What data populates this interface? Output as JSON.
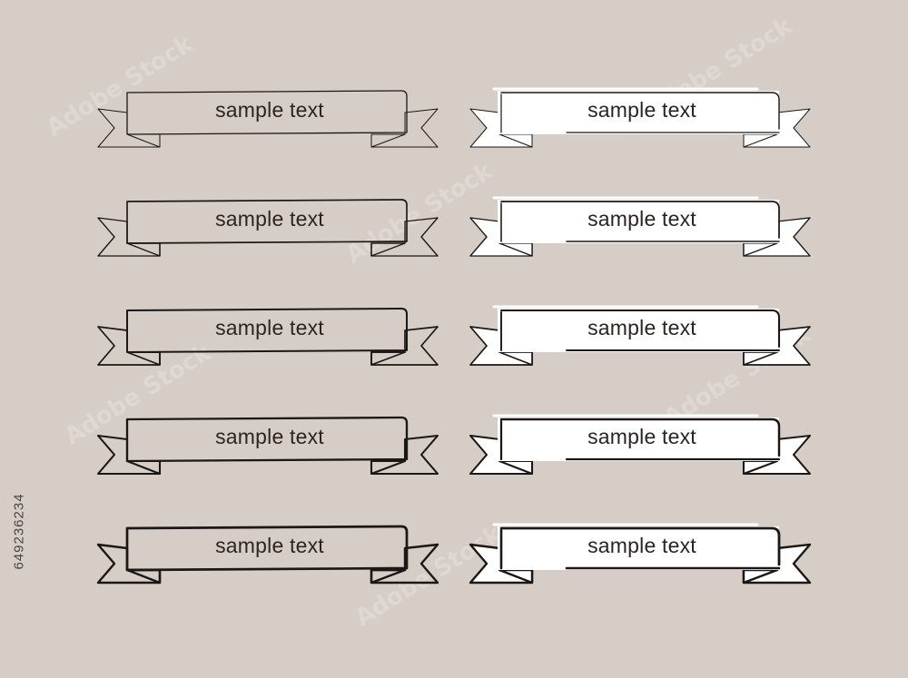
{
  "canvas": {
    "background": "#d6cdc6",
    "line_color": "#1a1715",
    "fill_color": "#ffffff"
  },
  "banners": [
    {
      "label": "sample text",
      "style": "outline"
    },
    {
      "label": "sample text",
      "style": "filled"
    },
    {
      "label": "sample text",
      "style": "outline"
    },
    {
      "label": "sample text",
      "style": "filled"
    },
    {
      "label": "sample text",
      "style": "outline"
    },
    {
      "label": "sample text",
      "style": "filled"
    },
    {
      "label": "sample text",
      "style": "outline"
    },
    {
      "label": "sample text",
      "style": "filled"
    },
    {
      "label": "sample text",
      "style": "outline"
    },
    {
      "label": "sample text",
      "style": "filled"
    }
  ],
  "watermark": {
    "stock_id": "649236234",
    "brand": "Adobe Stock"
  }
}
